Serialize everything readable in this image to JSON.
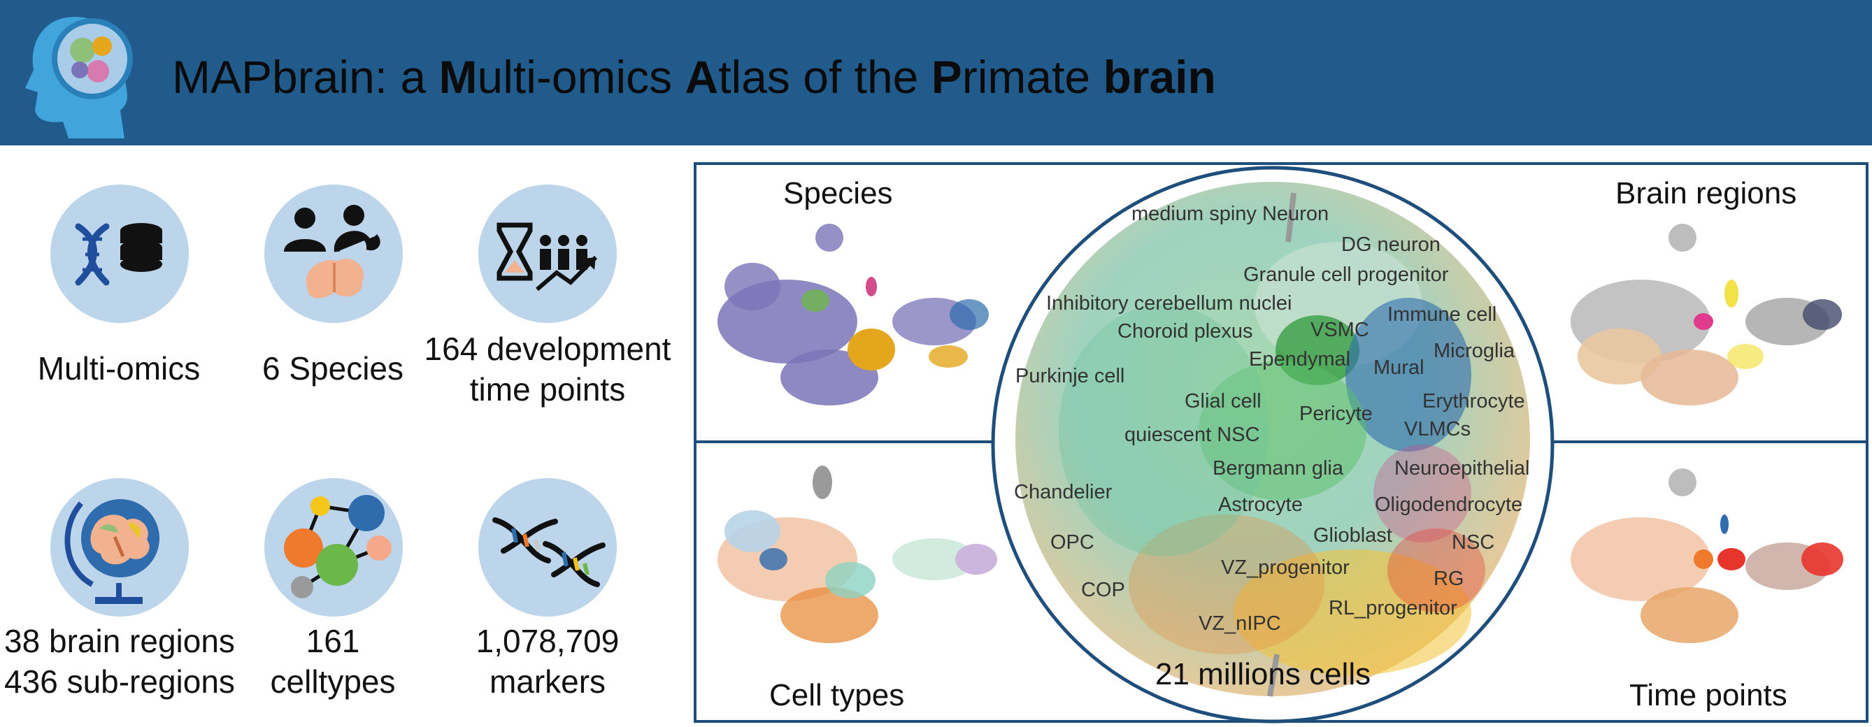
{
  "header": {
    "title_segments": [
      {
        "text": "MAPbrain: a ",
        "bold": false
      },
      {
        "text": "M",
        "bold": true
      },
      {
        "text": "ulti-omics ",
        "bold": false
      },
      {
        "text": "A",
        "bold": true
      },
      {
        "text": "tlas of the ",
        "bold": false
      },
      {
        "text": "P",
        "bold": true
      },
      {
        "text": "rimate ",
        "bold": false
      },
      {
        "text": "brain",
        "bold": true
      }
    ],
    "background": "#215b8c",
    "logo_icon": "head-with-brain-globe-icon"
  },
  "stats": {
    "multiomics": {
      "line1": "Multi-omics",
      "line2": "",
      "icon": "dna-database-icon"
    },
    "species": {
      "line1": "6 Species",
      "line2": "",
      "icon": "human-monkey-brain-icon"
    },
    "timepoints": {
      "line1": "164 development",
      "line2": "time points",
      "icon": "hourglass-people-growth-icon"
    },
    "regions": {
      "line1": "38 brain regions",
      "line2": "436 sub-regions",
      "icon": "brain-globe-icon"
    },
    "celltypes": {
      "line1": "161",
      "line2": "celltypes",
      "icon": "cell-network-icon"
    },
    "markers": {
      "line1": "1,078,709",
      "line2": "markers",
      "icon": "dna-double-helix-icon"
    }
  },
  "panels": {
    "species": "Species",
    "brain_regions": "Brain regions",
    "cell_types": "Cell types",
    "time_points": "Time points"
  },
  "sphere": {
    "caption": "21 millions cells",
    "labels": [
      "medium spiny Neuron",
      "DG neuron",
      "Granule cell progenitor",
      "Inhibitory cerebellum nuclei",
      "Immune cell",
      "Choroid plexus",
      "VSMC",
      "Microglia",
      "Ependymal",
      "Mural",
      "Purkinje cell",
      "Glial cell",
      "Erythrocyte",
      "Pericyte",
      "VLMCs",
      "quiescent NSC",
      "Neuroepithelial",
      "Bergmann glia",
      "Chandelier",
      "Oligodendrocyte",
      "Astrocyte",
      "Glioblast",
      "OPC",
      "NSC",
      "VZ_progenitor",
      "RG",
      "COP",
      "RL_progenitor",
      "VZ_nIPC"
    ]
  },
  "colors": {
    "circle_fill": "#bcd5eb",
    "frame": "#1e4f7c",
    "species_purple": "#7b74b8",
    "species_gold": "#e3a61c"
  }
}
